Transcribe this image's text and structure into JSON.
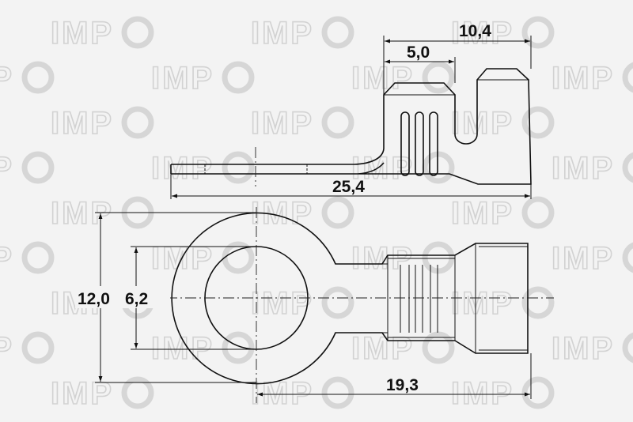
{
  "watermark": {
    "text": "IMP",
    "color": "#d2d2d2"
  },
  "side_view": {
    "dimensions": {
      "overall_length": "25,4",
      "barrel_length": "10,4",
      "insulation_grip_length": "5,0"
    }
  },
  "top_view": {
    "dimensions": {
      "ring_outer_diameter": "12,0",
      "hole_diameter": "6,2",
      "center_to_end": "19,3"
    }
  },
  "colors": {
    "background": "#f3f3f3",
    "line": "#111111"
  }
}
